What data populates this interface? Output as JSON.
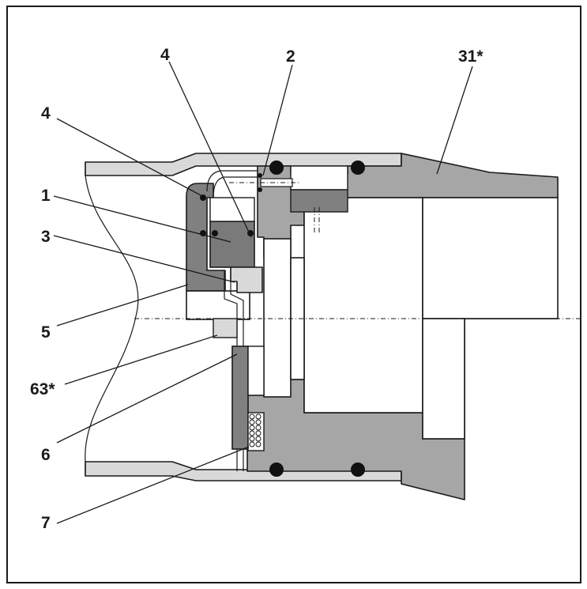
{
  "labels": {
    "l4a": "4",
    "l2": "2",
    "l31": "31*",
    "l4b": "4",
    "l1": "1",
    "l3": "3",
    "l5": "5",
    "l63": "63*",
    "l6": "6",
    "l7": "7"
  },
  "colors": {
    "frame": "#1a1a1a",
    "light_grey": "#d9d9d9",
    "mid_grey": "#a6a6a6",
    "dark_grey": "#808080",
    "piston": "#7a7a7a",
    "white": "#ffffff"
  }
}
